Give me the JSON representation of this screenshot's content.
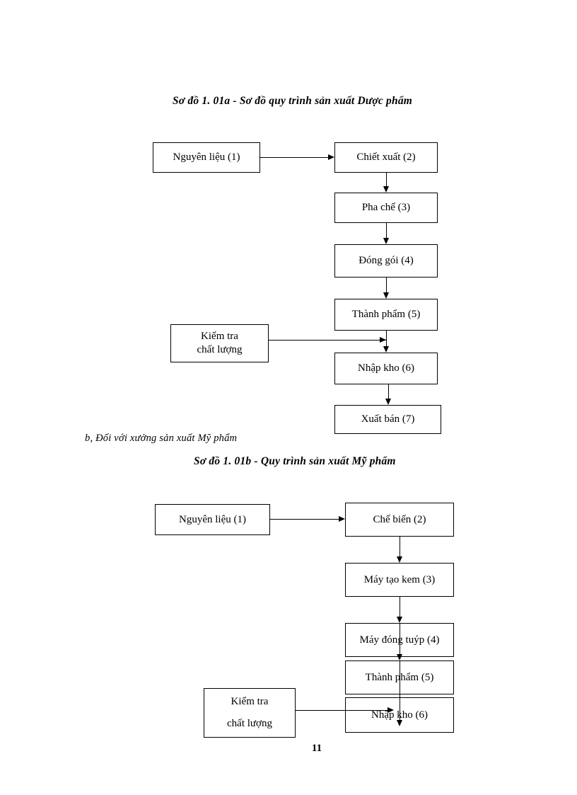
{
  "document": {
    "page_number": "11",
    "section_heading": "b, Đối với xưởng sản xuất Mỹ  phẩm"
  },
  "diagram1": {
    "caption": "Sơ đồ 1. 01a - Sơ đồ quy trình sản xuất Dược phẩm",
    "nodes": [
      {
        "id": "raw-material",
        "label": "Nguyên  liệu (1)"
      },
      {
        "id": "extraction",
        "label": "Chiết xuất (2)"
      },
      {
        "id": "compounding",
        "label": "Pha chế (3)"
      },
      {
        "id": "packaging",
        "label": "Đóng gói (4)"
      },
      {
        "id": "finished-product",
        "label": "Thành  phẩm (5)"
      },
      {
        "id": "quality-control",
        "label_line1": "Kiểm tra",
        "label_line2": "chất lượng"
      },
      {
        "id": "warehousing",
        "label": "Nhập kho (6)"
      },
      {
        "id": "sales",
        "label": "Xuất bán (7)"
      }
    ]
  },
  "diagram2": {
    "caption": "Sơ đồ 1. 01b - Quy trình sản xuất Mỹ phẩm",
    "nodes": [
      {
        "id": "raw-material",
        "label": "Nguyên  liệu (1)"
      },
      {
        "id": "processing",
        "label": "Chế biến (2)"
      },
      {
        "id": "cream-machine",
        "label": "Máy tạo kem (3)"
      },
      {
        "id": "tube-filling-machine",
        "label": "Máy đóng tuýp (4)"
      },
      {
        "id": "finished-product",
        "label": "Thành  phẩm (5)"
      },
      {
        "id": "quality-control",
        "label_line1": "Kiểm tra",
        "label_line2": "chất lượng"
      },
      {
        "id": "warehousing",
        "label": "Nhập kho (6)"
      }
    ]
  }
}
